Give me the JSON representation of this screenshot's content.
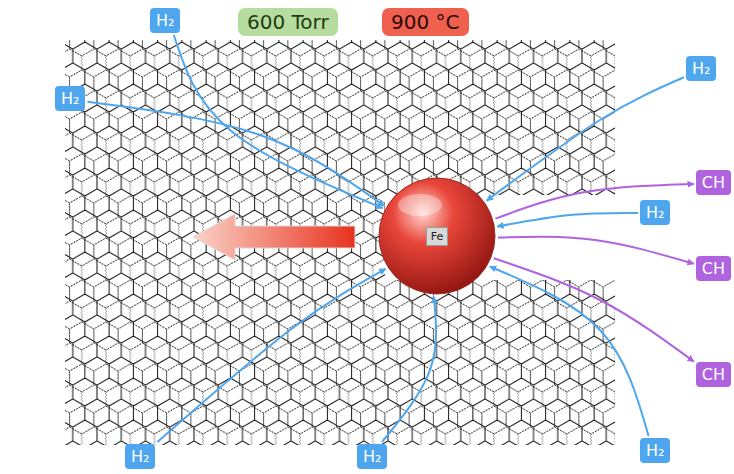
{
  "diagram": {
    "nodes": [
      {
        "text": [
          "H₂"
        ]
      },
      {
        "text": [
          "600 Torr"
        ]
      },
      {
        "text": [
          "900 °C"
        ]
      },
      {
        "text": [
          "H₂"
        ]
      },
      {
        "text": [
          "H₂"
        ]
      },
      {
        "text": [
          "CH"
        ]
      },
      {
        "text": [
          "Fe"
        ]
      },
      {
        "text": [
          "H₂"
        ]
      },
      {
        "text": [
          "CH"
        ]
      },
      {
        "text": [
          "CH"
        ]
      },
      {
        "text": [
          "H₂"
        ]
      },
      {
        "text": [
          "H₂"
        ]
      },
      {
        "text": [
          "H₂"
        ]
      }
    ],
    "edges": [
      {
        "from": 0,
        "to": 6,
        "arrow": "to"
      },
      {
        "from": 3,
        "to": 6,
        "arrow": "to"
      },
      {
        "from": 4,
        "to": 6,
        "arrow": "to"
      },
      {
        "from": 7,
        "to": 6,
        "arrow": "to"
      },
      {
        "from": 10,
        "to": 6,
        "arrow": "to"
      },
      {
        "from": 11,
        "to": 6,
        "arrow": "to"
      },
      {
        "from": 12,
        "to": 6,
        "arrow": "to"
      },
      {
        "from": 6,
        "to": 5,
        "arrow": "to"
      },
      {
        "from": 6,
        "to": 8,
        "arrow": "to"
      },
      {
        "from": 6,
        "to": 9,
        "arrow": "to"
      }
    ]
  }
}
